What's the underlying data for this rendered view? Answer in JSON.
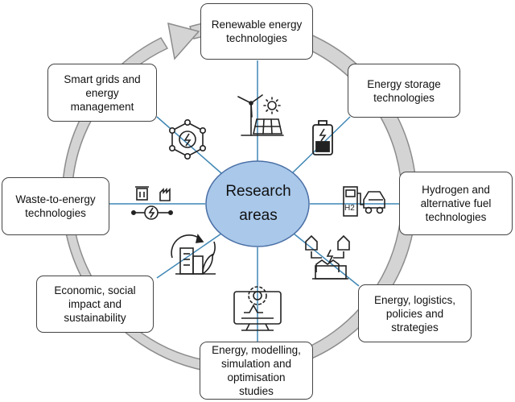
{
  "center": {
    "label": "Research\nareas"
  },
  "areas": [
    {
      "label": "Renewable energy\ntechnologies",
      "icon": "solar-wind-icon"
    },
    {
      "label": "Energy storage\ntechnologies",
      "icon": "battery-icon"
    },
    {
      "label": "Hydrogen and\nalternative fuel\ntechnologies",
      "icon": "hydrogen-station-car-icon"
    },
    {
      "label": "Energy, logistics,\npolicies and\nstrategies",
      "icon": "houses-network-icon"
    },
    {
      "label": "Energy, modelling,\nsimulation and\noptimisation\nstudies",
      "icon": "monitor-gear-icon"
    },
    {
      "label": "Economic, social\nimpact and\nsustainability",
      "icon": "city-recycle-icon"
    },
    {
      "label": "Waste-to-energy\ntechnologies",
      "icon": "waste-energy-icon"
    },
    {
      "label": "Smart grids and\nenergy\nmanagement",
      "icon": "smart-grid-icon"
    }
  ],
  "icon_glyphs": {
    "hydrogen": "H2"
  },
  "colors": {
    "center_fill": "#a9c8ea",
    "center_stroke": "#4a6fa5",
    "connector": "#3f87b5",
    "ring_fill": "#d4d4d4",
    "ring_stroke": "#8c8c8c",
    "box_border": "#444444"
  }
}
